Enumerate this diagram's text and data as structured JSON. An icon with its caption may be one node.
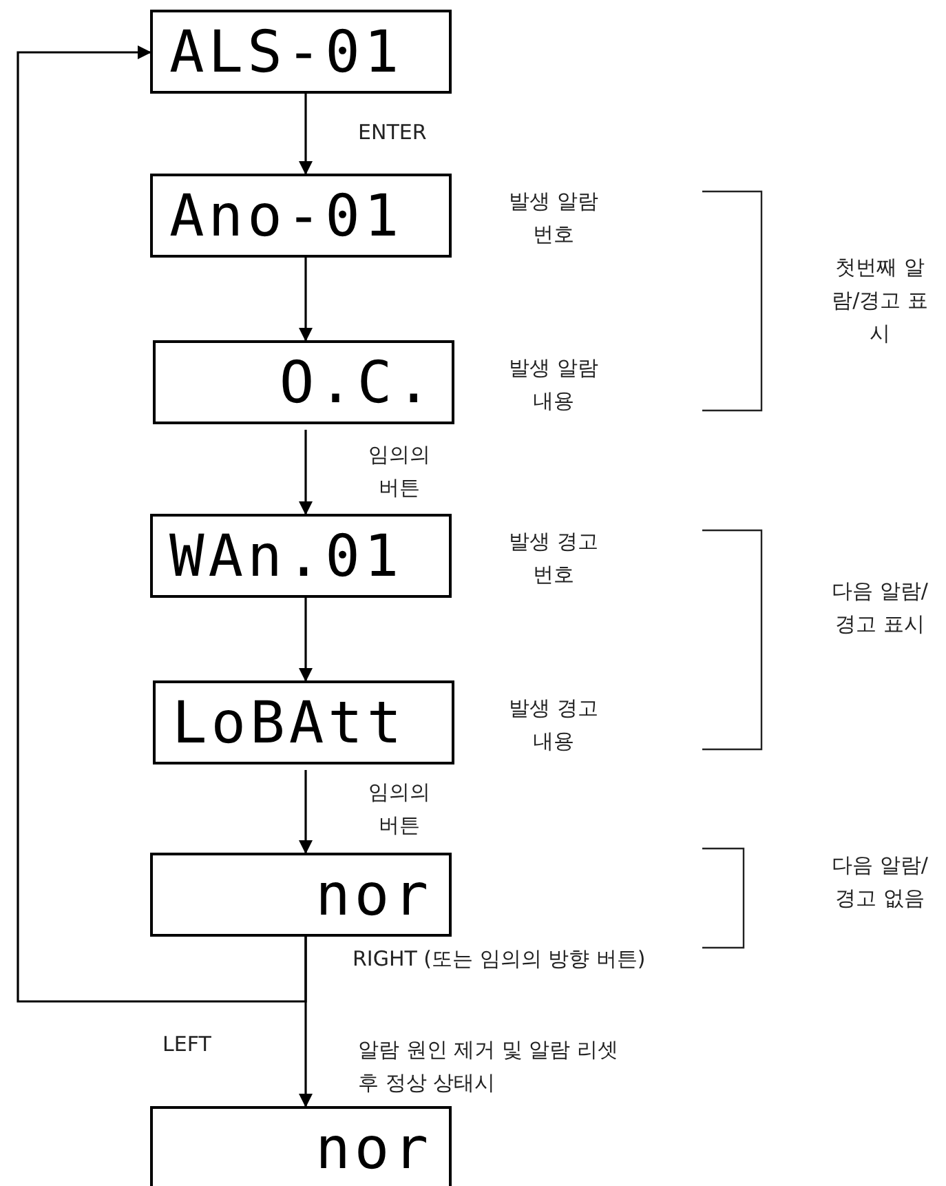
{
  "diagram": {
    "nodes": [
      {
        "text": [
          "ALS-01"
        ]
      },
      {
        "text": [
          "Ano-01"
        ],
        "beside": [
          "발생 알람 번호"
        ]
      },
      {
        "text": [
          "O.C."
        ],
        "beside": [
          "발생 알람 내용"
        ]
      },
      {
        "text": [
          "WAn.01"
        ],
        "beside": [
          "발생 경고 번호"
        ]
      },
      {
        "text": [
          "LoBAtt"
        ],
        "beside": [
          "발생 경고 내용"
        ]
      },
      {
        "text": [
          "nor"
        ]
      },
      {
        "text": [
          "nor"
        ]
      }
    ],
    "edges": [
      {
        "from": 0,
        "to": 1,
        "arrow": "to",
        "label": "ENTER"
      },
      {
        "from": 1,
        "to": 2,
        "arrow": "to"
      },
      {
        "from": 2,
        "to": 3,
        "arrow": "to",
        "label": "임의의 버튼"
      },
      {
        "from": 3,
        "to": 4,
        "arrow": "to"
      },
      {
        "from": 4,
        "to": 5,
        "arrow": "to",
        "label": "임의의 버튼"
      },
      {
        "from": 5,
        "to": 0,
        "arrow": "to",
        "label": "RIGHT (또는 임의의 방향 버튼)"
      },
      {
        "from": 5,
        "to": 6,
        "arrow": "to",
        "label": "LEFT"
      }
    ],
    "labels": [
      "첫번째 알람/경고 표시",
      "다음 알람/경고 표시",
      "다음 알람/경고 없음",
      "알람 원인 제거 및 알람 리셋후 정상 상태시"
    ]
  }
}
